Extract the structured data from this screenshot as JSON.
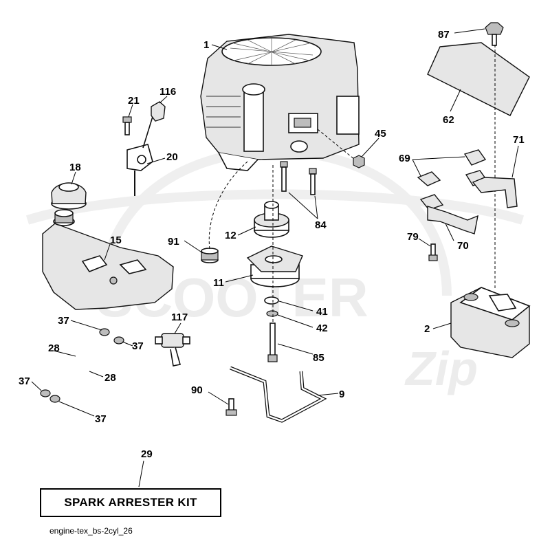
{
  "watermark": {
    "text": "SCOOTER",
    "mark": "Zip"
  },
  "kit": {
    "title": "SPARK ARRESTER KIT"
  },
  "doc": {
    "id": "engine-tex_bs-2cyl_26"
  },
  "callouts": {
    "c1": "1",
    "c2": "2",
    "c9": "9",
    "c11": "11",
    "c12": "12",
    "c15": "15",
    "c18": "18",
    "c20": "20",
    "c21": "21",
    "c28a": "28",
    "c28b": "28",
    "c29": "29",
    "c37a": "37",
    "c37b": "37",
    "c37c": "37",
    "c37d": "37",
    "c41": "41",
    "c42": "42",
    "c45": "45",
    "c62": "62",
    "c69": "69",
    "c70": "70",
    "c71": "71",
    "c79": "79",
    "c84": "84",
    "c85": "85",
    "c87": "87",
    "c90": "90",
    "c91": "91",
    "c116": "116",
    "c117": "117"
  }
}
